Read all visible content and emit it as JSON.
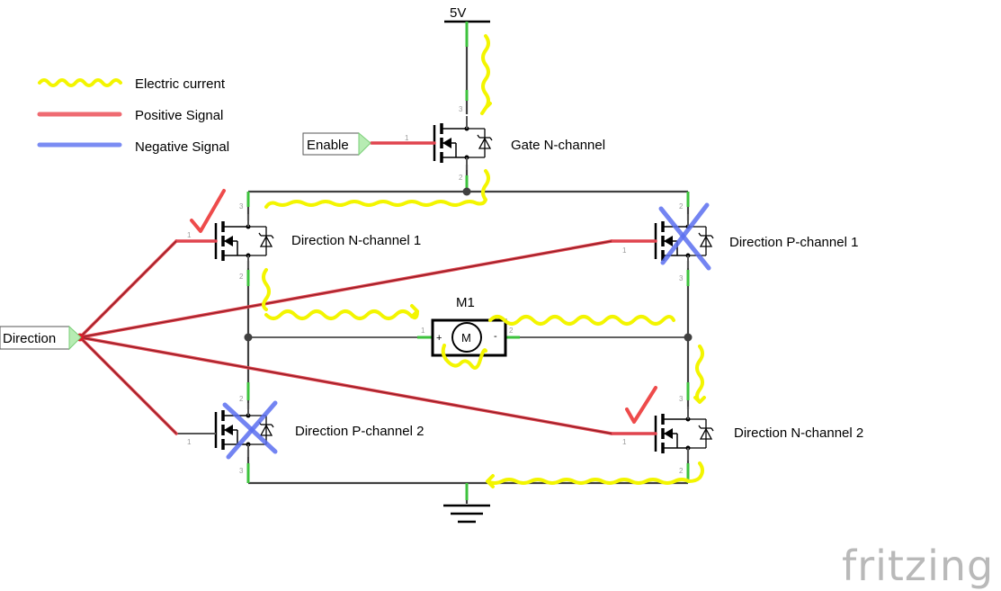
{
  "supply": {
    "label": "5V"
  },
  "legend": [
    {
      "id": "current",
      "label": "Electric current",
      "color": "#f3f500"
    },
    {
      "id": "positive",
      "label": "Positive Signal",
      "color": "#e0444e"
    },
    {
      "id": "negative",
      "label": "Negative Signal",
      "color": "#5b6ff0"
    }
  ],
  "inputs": {
    "enable": "Enable",
    "direction": "Direction"
  },
  "motor": {
    "ref": "M1",
    "symbol": "M",
    "pin1": "1",
    "pin2": "2",
    "plus": "+",
    "minus": "-"
  },
  "transistors": [
    {
      "id": "gate",
      "label": "Gate N-channel",
      "pins": [
        "1",
        "2",
        "3"
      ]
    },
    {
      "id": "dn1",
      "label": "Direction N-channel 1",
      "pins": [
        "1",
        "2",
        "3"
      ]
    },
    {
      "id": "dp1",
      "label": "Direction P-channel 1",
      "pins": [
        "1",
        "2",
        "3"
      ]
    },
    {
      "id": "dp2",
      "label": "Direction P-channel 2",
      "pins": [
        "1",
        "2",
        "3"
      ]
    },
    {
      "id": "dn2",
      "label": "Direction N-channel 2",
      "pins": [
        "1",
        "2",
        "3"
      ]
    }
  ],
  "logo": "fritzing"
}
